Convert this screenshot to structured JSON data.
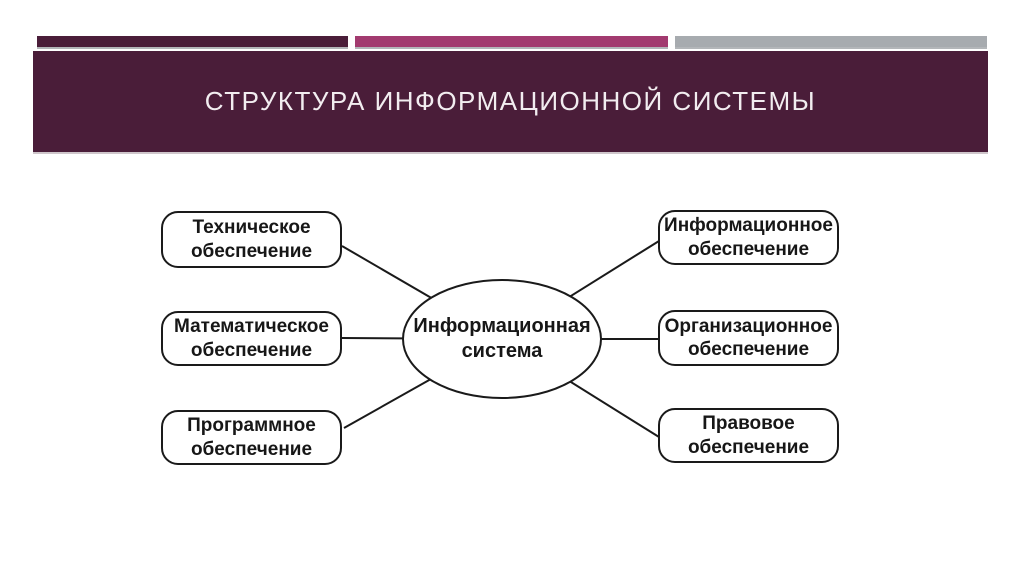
{
  "slide": {
    "background_color": "#ffffff",
    "title": "СТРУКТУРА ИНФОРМАЦИОННОЙ СИСТЕМЫ",
    "title_color": "#f2edf0",
    "banner_color": "#4a1d39",
    "accent_bars": [
      {
        "name": "dark-plum-bar",
        "color": "#4a1d39"
      },
      {
        "name": "magenta-bar",
        "color": "#a23a6f"
      },
      {
        "name": "gray-bar",
        "color": "#a7abaf"
      }
    ]
  },
  "diagram": {
    "stroke_color": "#1a1a1a",
    "node_fill": "#ffffff",
    "center_node": {
      "label": "Информационная\nсистема"
    },
    "left_nodes": [
      {
        "label": "Техническое\nобеспечение"
      },
      {
        "label": "Математическое\nобеспечение"
      },
      {
        "label": "Программное\nобеспечение"
      }
    ],
    "right_nodes": [
      {
        "label": "Информационное\nобеспечение"
      },
      {
        "label": "Организационное\nобеспечение"
      },
      {
        "label": "Правовое\nобеспечение"
      }
    ]
  }
}
